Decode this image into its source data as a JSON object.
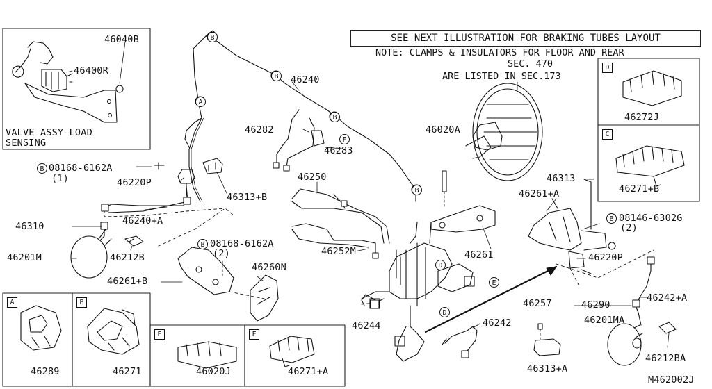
{
  "header": {
    "see_next": "SEE NEXT ILLUSTRATION FOR BRAKING TUBES LAYOUT",
    "note_line1": "NOTE: CLAMPS & INSULATORS FOR FLOOR AND REAR",
    "note_line2": "ARE LISTED IN SEC.173",
    "sec470": "SEC. 470"
  },
  "diagram_id": "M462002J",
  "inset_valve": {
    "caption_line1": "VALVE ASSY-LOAD",
    "caption_line2": "SENSING",
    "part_a": "46040B",
    "part_b": "46400R"
  },
  "labels": {
    "p46240": "46240",
    "p46282": "46282",
    "p46283": "46283",
    "p46020A": "46020A",
    "bolt1": "08168-6162A",
    "bolt1_qty": "(1)",
    "p46220P_left": "46220P",
    "p46313B": "46313+B",
    "p46250": "46250",
    "p46313": "46313",
    "p46261A": "46261+A",
    "bolt3": "08146-6302G",
    "bolt3_qty": "(2)",
    "p46310": "46310",
    "p46240A": "46240+A",
    "p46201M": "46201M",
    "p46212B": "46212B",
    "bolt2": "08168-6162A",
    "bolt2_qty": "(2)",
    "p46252M": "46252M",
    "p46261": "46261",
    "p46220P_right": "46220P",
    "p46260N": "46260N",
    "p46261B": "46261+B",
    "p46244": "46244",
    "p46257": "46257",
    "p46290": "46290",
    "p46242A": "46242+A",
    "p46201MA": "46201MA",
    "p46242": "46242",
    "p46212BA": "46212BA",
    "p46313A": "46313+A"
  },
  "clip_insets": [
    {
      "key": "A",
      "part": "46289"
    },
    {
      "key": "B",
      "part": "46271"
    },
    {
      "key": "E",
      "part": "46020J"
    },
    {
      "key": "F",
      "part": "46271+A"
    },
    {
      "key": "D",
      "part": "46272J"
    },
    {
      "key": "C",
      "part": "46271+B"
    }
  ],
  "markers": {
    "a": "A",
    "b": "B",
    "c": "C",
    "d": "D",
    "e": "E",
    "f": "F"
  }
}
